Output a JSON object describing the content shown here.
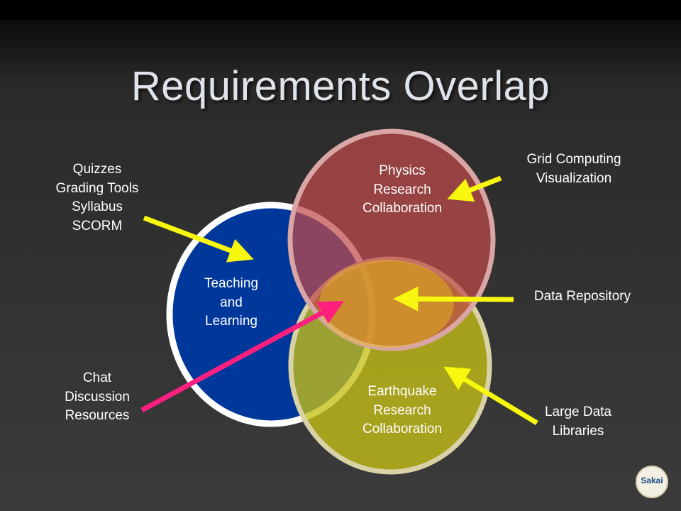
{
  "title": "Requirements Overlap",
  "circles": {
    "teaching": {
      "lines": [
        "Teaching",
        "and",
        "Learning"
      ],
      "color": "#00379b"
    },
    "physics": {
      "lines": [
        "Physics",
        "Research",
        "Collaboration"
      ],
      "color": "#c04b4b"
    },
    "earthquake": {
      "lines": [
        "Earthquake",
        "Research",
        "Collaboration"
      ],
      "color": "#c6c016"
    }
  },
  "callouts": {
    "quizzes": {
      "lines": [
        "Quizzes",
        "Grading Tools",
        "Syllabus",
        "SCORM"
      ]
    },
    "chat": {
      "lines": [
        "Chat",
        "Discussion",
        "Resources"
      ]
    },
    "grid": {
      "lines": [
        "Grid Computing",
        "Visualization"
      ]
    },
    "data_repository": {
      "lines": [
        "Data Repository"
      ]
    },
    "large_data": {
      "lines": [
        "Large Data",
        "Libraries"
      ]
    }
  },
  "arrow_colors": {
    "yellow": "#f7f70f",
    "magenta": "#ff1f7e"
  },
  "logo": {
    "text": "Sakai"
  }
}
